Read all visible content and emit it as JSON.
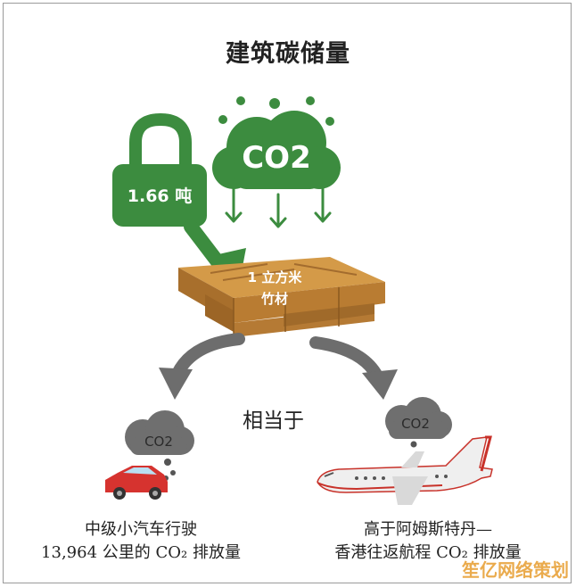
{
  "title": "建筑碳储量",
  "lock_label": "1.66 吨",
  "co2_main": "CO2",
  "wood_label_line1": "1 立方米",
  "wood_label_line2": "竹材",
  "equivalent_label": "相当于",
  "co2_small": "CO2",
  "left_caption_line1": "中级小汽车行驶",
  "left_caption_line2": "13,964 公里的 CO₂ 排放量",
  "right_caption_line1": "高于阿姆斯特丹—",
  "right_caption_line2": "香港往返航程 CO₂ 排放量",
  "watermark": "笙亿网络策划",
  "colors": {
    "green": "#3c8c3f",
    "wood": "#c68b3c",
    "arrow_gray": "#6d6d6d",
    "car_red": "#d6332f",
    "plane_red": "#c8322a"
  }
}
